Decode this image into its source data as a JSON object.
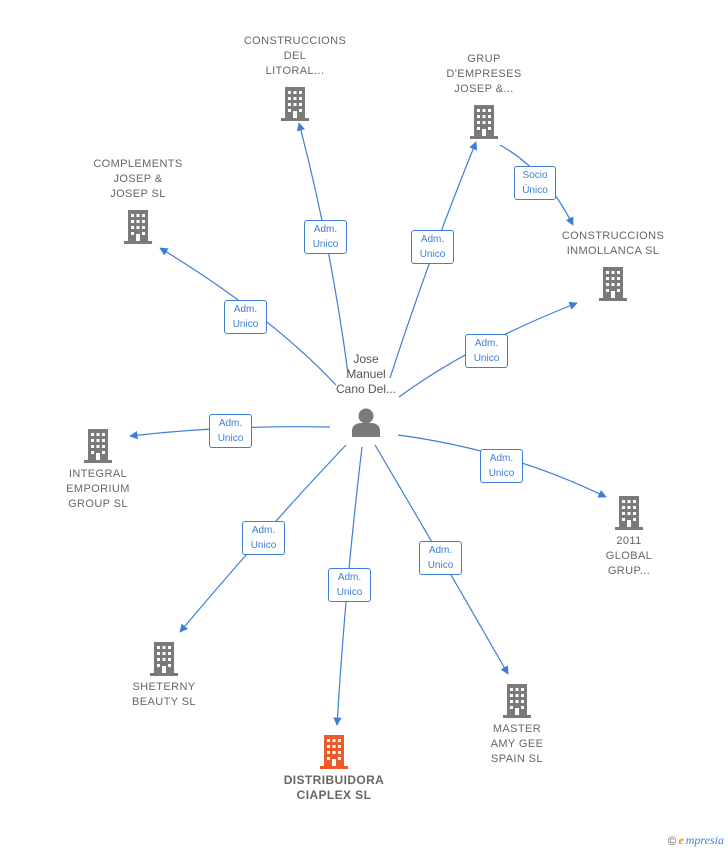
{
  "center": {
    "label": "Jose\nManuel\nCano Del..."
  },
  "nodes": [
    {
      "id": "construccions-litoral",
      "label": "CONSTRUCCIONS\nDEL\nLITORAL..."
    },
    {
      "id": "grup-empreses",
      "label": "GRUP\nD'EMPRESES\nJOSEP &..."
    },
    {
      "id": "complements-josep",
      "label": "COMPLEMENTS\nJOSEP &\nJOSEP  SL"
    },
    {
      "id": "construccions-inmollanca",
      "label": "CONSTRUCCIONS\nINMOLLANCA SL"
    },
    {
      "id": "integral-emporium",
      "label": "INTEGRAL\nEMPORIUM\nGROUP SL"
    },
    {
      "id": "global-grup",
      "label": "2011\nGLOBAL\nGRUP..."
    },
    {
      "id": "sheterny-beauty",
      "label": "SHETERNY\nBEAUTY  SL"
    },
    {
      "id": "master-amy",
      "label": "MASTER\nAMY GEE\nSPAIN SL"
    },
    {
      "id": "distribuidora-ciaplex",
      "label": "DISTRIBUIDORA\nCIAPLEX  SL",
      "highlight": true
    }
  ],
  "edges": [
    {
      "to": "construccions-litoral",
      "label": "Adm.\nUnico"
    },
    {
      "to": "grup-empreses",
      "label": "Adm.\nUnico"
    },
    {
      "to": "complements-josep",
      "label": "Adm.\nUnico"
    },
    {
      "to": "construccions-inmollanca",
      "label": "Adm.\nUnico"
    },
    {
      "to": "integral-emporium",
      "label": "Adm.\nUnico"
    },
    {
      "to": "global-grup",
      "label": "Adm.\nUnico"
    },
    {
      "to": "sheterny-beauty",
      "label": "Adm.\nUnico"
    },
    {
      "to": "master-amy",
      "label": "Adm.\nUnico"
    },
    {
      "to": "distribuidora-ciaplex",
      "label": "Adm.\nUnico"
    },
    {
      "from": "grup-empreses",
      "to": "construccions-inmollanca",
      "label": "Socio\nÚnico"
    }
  ],
  "colors": {
    "edge": "#3d7fd6",
    "building": "#7a7a7a",
    "highlight": "#f05a28",
    "person": "#7a7a7a"
  },
  "footer": {
    "copyright": "©",
    "brand_initial": "e",
    "brand_rest": "mpresia"
  }
}
